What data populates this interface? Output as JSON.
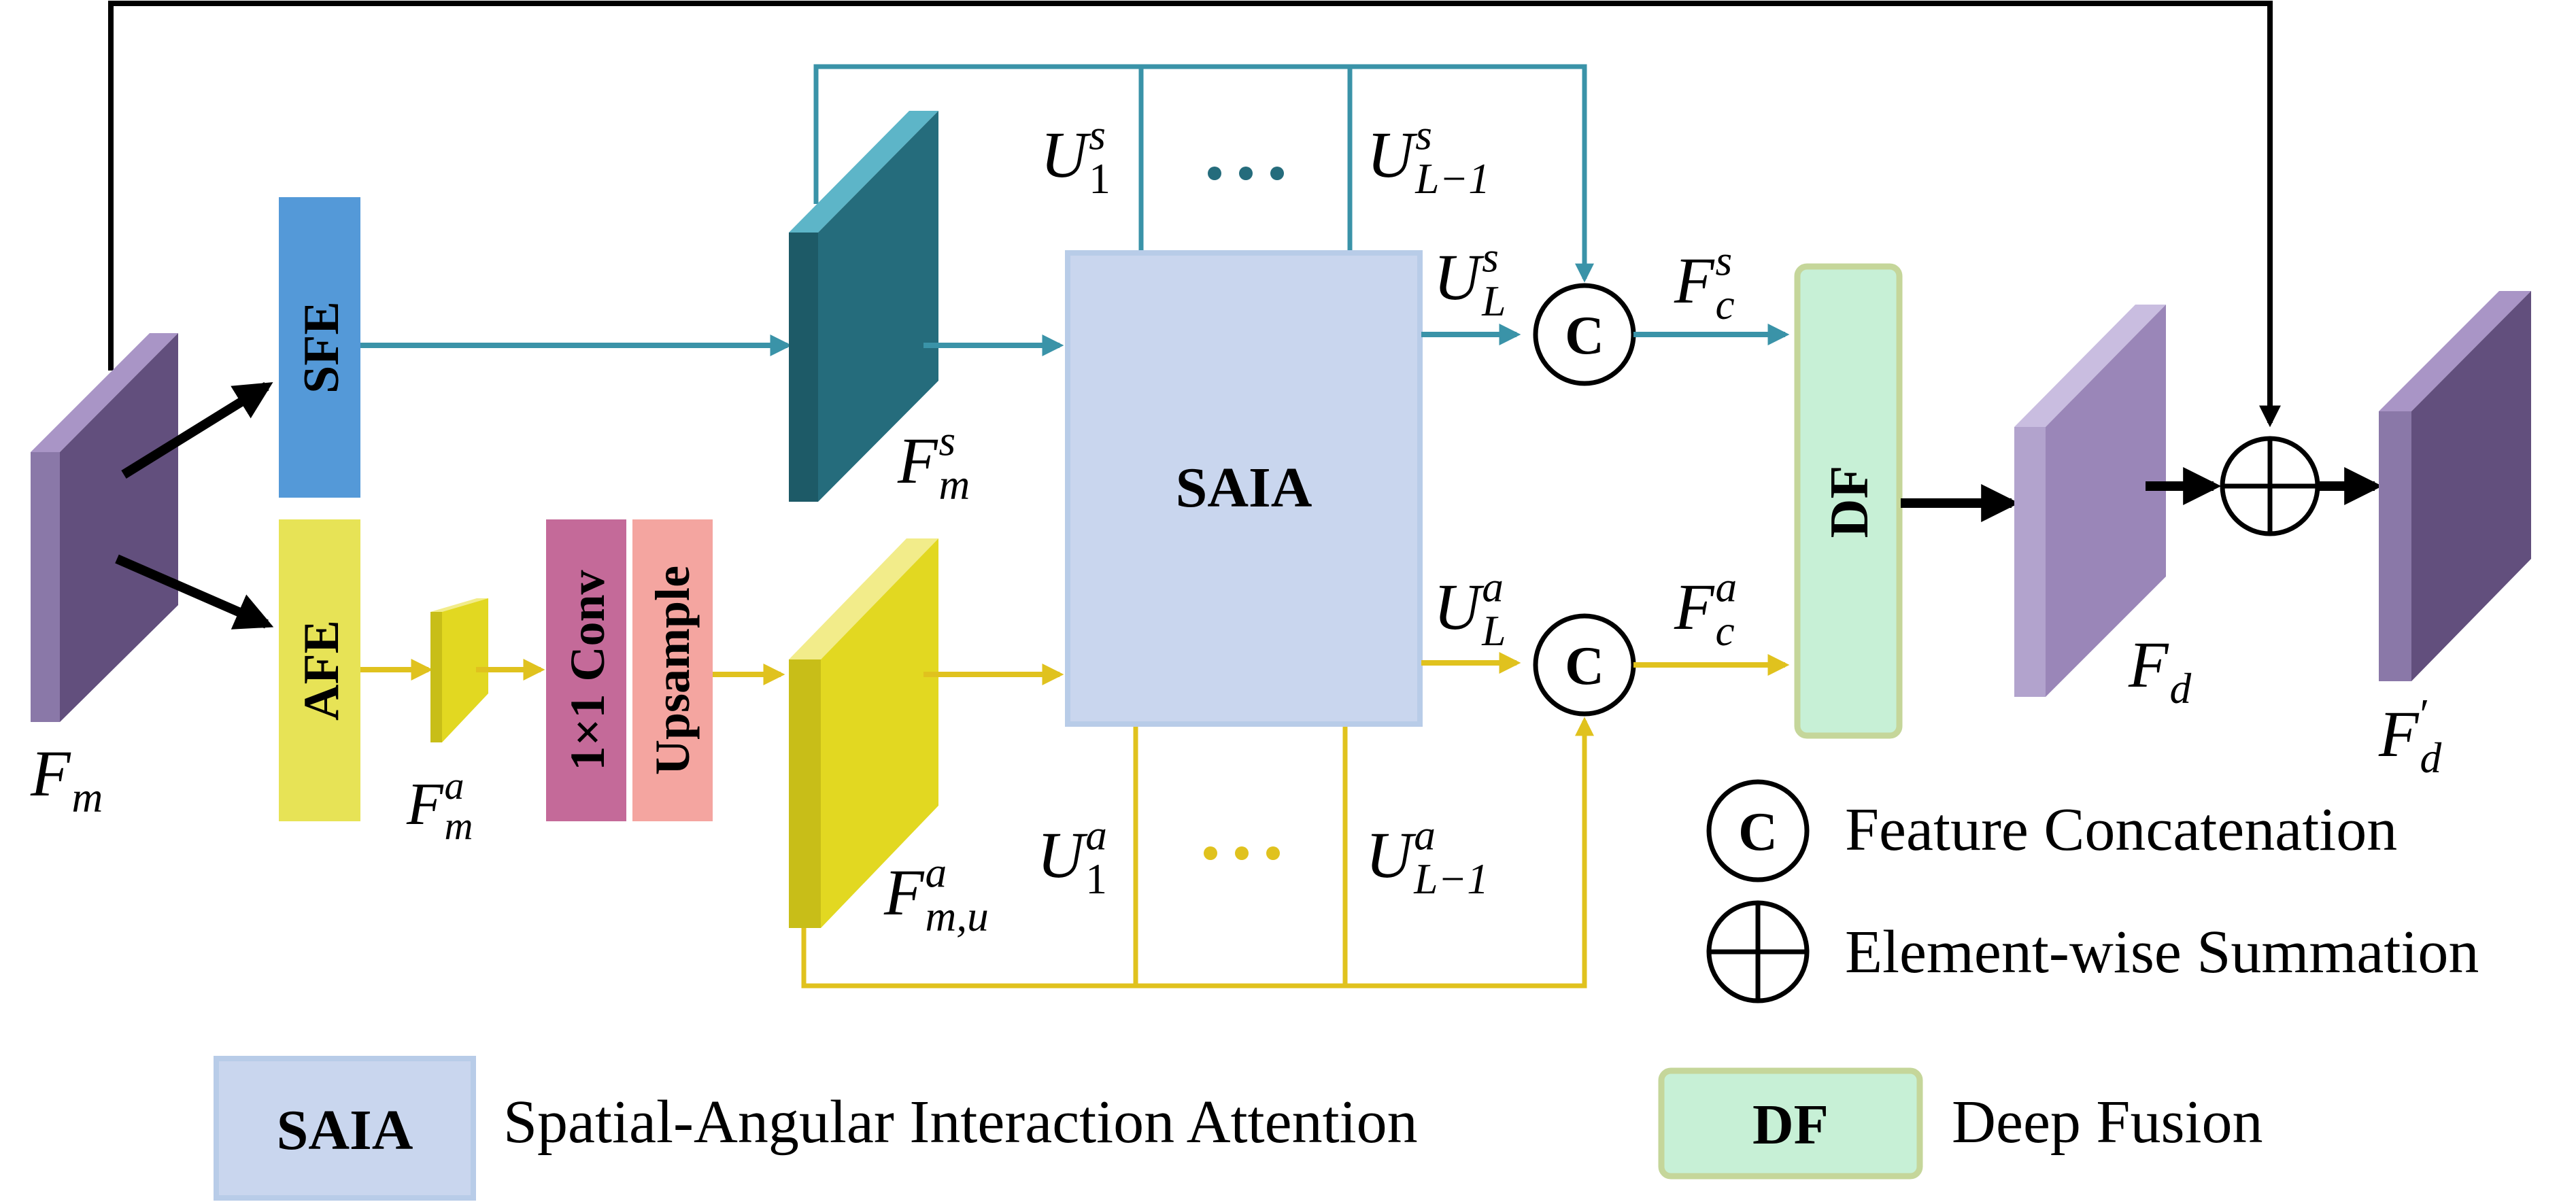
{
  "colors": {
    "teal_line": "#3a93a8",
    "teal_block_front": "#256c7c",
    "teal_block_top": "#5db5c8",
    "teal_block_side": "#1d5a67",
    "yellow_line": "#e0c21e",
    "yellow_block_front": "#e2d821",
    "yellow_block_top": "#f2ec8a",
    "yellow_block_side": "#c8be18",
    "purple_dark_front": "#624f7d",
    "purple_dark_top": "#a995c6",
    "purple_dark_side": "#8a78a8",
    "purple_light_front": "#9a86b8",
    "purple_light_top": "#c9bde0",
    "purple_light_side": "#b2a3cd",
    "sfe_fill": "#5499d8",
    "afe_fill": "#e7e356",
    "conv_fill": "#c46a99",
    "upsample_fill": "#f4a5a0",
    "saia_fill": "#c9d6ee",
    "saia_border": "#b8cce8",
    "df_fill": "#c7f0d6",
    "df_border": "#c5d69a",
    "black": "#000000"
  },
  "modules": {
    "sfe": "SFE",
    "afe": "AFE",
    "conv": "1×1 Conv",
    "upsample": "Upsample",
    "saia": "SAIA",
    "df": "DF"
  },
  "ops": {
    "concat_symbol": "C"
  },
  "features": {
    "fm": {
      "base": "F",
      "sub": "m"
    },
    "fms": {
      "base": "F",
      "sup": "s",
      "sub": "m"
    },
    "fma": {
      "base": "F",
      "sup": "a",
      "sub": "m"
    },
    "fmu": {
      "base": "F",
      "sup": "a",
      "sub": "m,u"
    },
    "u1s": {
      "base": "U",
      "sup": "s",
      "sub": "1"
    },
    "uL1s": {
      "base": "U",
      "sup": "s",
      "sub": "L−1"
    },
    "uLs": {
      "base": "U",
      "sup": "s",
      "sub": "L"
    },
    "u1a": {
      "base": "U",
      "sup": "a",
      "sub": "1"
    },
    "uL1a": {
      "base": "U",
      "sup": "a",
      "sub": "L−1"
    },
    "uLa": {
      "base": "U",
      "sup": "a",
      "sub": "L"
    },
    "fcs": {
      "base": "F",
      "sup": "s",
      "sub": "c"
    },
    "fca": {
      "base": "F",
      "sup": "a",
      "sub": "c"
    },
    "fd": {
      "base": "F",
      "sub": "d"
    },
    "fdp": {
      "base": "F",
      "sup": "′",
      "sub": "d"
    }
  },
  "legend": {
    "concat_label": "Feature Concatenation",
    "sum_label": "Element-wise Summation",
    "saia_key": "SAIA",
    "saia_label": "Spatial-Angular Interaction Attention",
    "df_key": "DF",
    "df_label": "Deep Fusion"
  }
}
